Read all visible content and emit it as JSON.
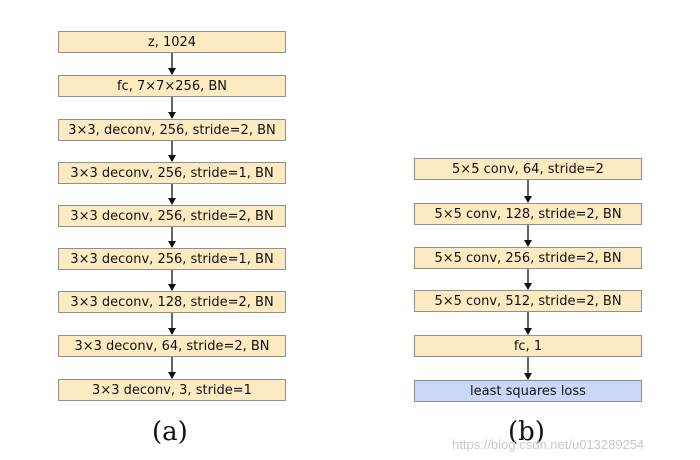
{
  "colors": {
    "layer_fill": "#fdeac0",
    "loss_fill": "#c8d8f6",
    "border": "#8f8f8f",
    "arrow": "#111111"
  },
  "generator": {
    "caption": "(a)",
    "layers": [
      "z, 1024",
      "fc, 7×7×256, BN",
      "3×3, deconv, 256, stride=2, BN",
      "3×3 deconv, 256, stride=1, BN",
      "3×3 deconv, 256, stride=2, BN",
      "3×3 deconv, 256, stride=1, BN",
      "3×3 deconv, 128, stride=2, BN",
      "3×3 deconv, 64, stride=2, BN",
      "3×3 deconv, 3, stride=1"
    ]
  },
  "discriminator": {
    "caption": "(b)",
    "layers": [
      "5×5 conv, 64, stride=2",
      "5×5 conv, 128, stride=2, BN",
      "5×5 conv, 256, stride=2, BN",
      "5×5 conv, 512, stride=2, BN",
      "fc, 1",
      "least squares loss"
    ]
  },
  "watermark": "https://blog.csdn.net/u013289254"
}
